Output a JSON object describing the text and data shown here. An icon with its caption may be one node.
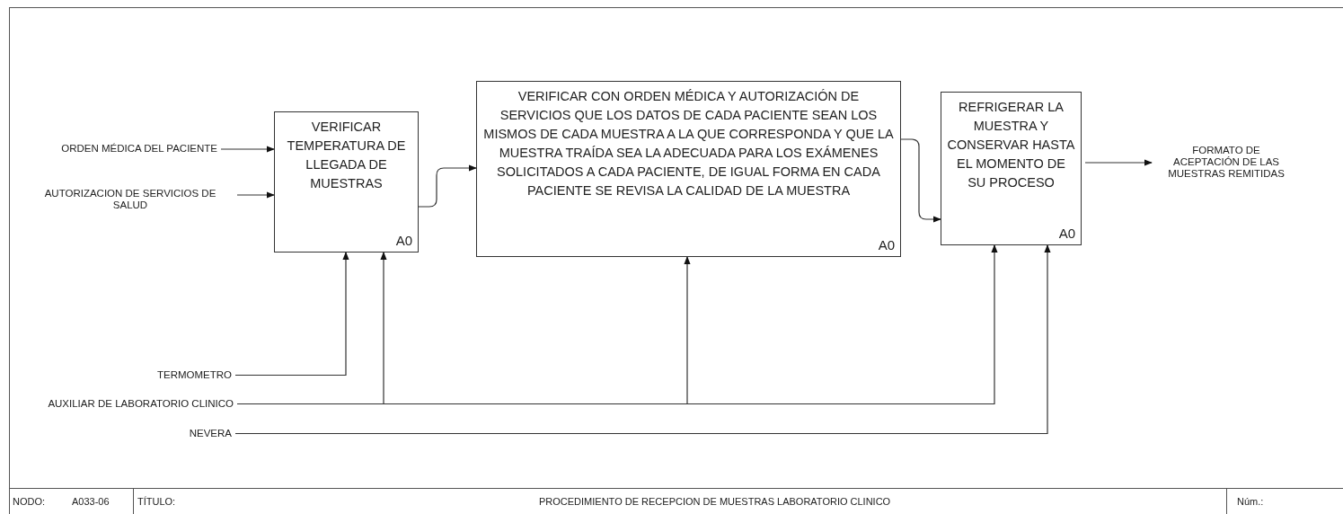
{
  "diagram": {
    "nodes": [
      {
        "text": [
          "ORDEN MÉDICA DEL PACIENTE"
        ]
      },
      {
        "text": [
          "AUTORIZACION DE SERVICIOS DE SALUD"
        ]
      },
      {
        "text": [
          "VERIFICAR TEMPERATURA DE LLEGADA DE MUESTRAS",
          "A0"
        ]
      },
      {
        "text": [
          "VERIFICAR CON ORDEN MÉDICA Y AUTORIZACIÓN DE SERVICIOS QUE LOS DATOS DE CADA PACIENTE SEAN LOS MISMOS DE CADA MUESTRA A LA QUE CORRESPONDA Y QUE LA MUESTRA TRAÍDA SEA LA ADECUADA PARA LOS EXÁMENES SOLICITADOS A CADA PACIENTE, DE IGUAL FORMA EN CADA PACIENTE SE REVISA LA CALIDAD DE LA MUESTRA",
          "A0"
        ]
      },
      {
        "text": [
          "REFRIGERAR LA MUESTRA Y CONSERVAR HASTA EL MOMENTO DE SU PROCESO",
          "A0"
        ]
      },
      {
        "text": [
          "FORMATO DE ACEPTACIÓN DE LAS MUESTRAS REMITIDAS"
        ]
      },
      {
        "text": [
          "TERMOMETRO"
        ]
      },
      {
        "text": [
          "AUXILIAR DE LABORATORIO CLINICO"
        ]
      },
      {
        "text": [
          "NEVERA"
        ]
      }
    ],
    "edges": [
      {
        "from": 0,
        "to": 2,
        "arrow": "to"
      },
      {
        "from": 1,
        "to": 2,
        "arrow": "to"
      },
      {
        "from": 2,
        "to": 3,
        "arrow": "to"
      },
      {
        "from": 3,
        "to": 4,
        "arrow": "to"
      },
      {
        "from": 4,
        "to": 5,
        "arrow": "to"
      },
      {
        "from": 6,
        "to": 2,
        "arrow": "to"
      },
      {
        "from": 7,
        "to": 2,
        "arrow": "to"
      },
      {
        "from": 7,
        "to": 3,
        "arrow": "to"
      },
      {
        "from": 7,
        "to": 4,
        "arrow": "to"
      },
      {
        "from": 8,
        "to": 4,
        "arrow": "to"
      }
    ],
    "labels": [
      "NODO:",
      "A033-06",
      "TÍTULO:",
      "PROCEDIMIENTO DE RECEPCION DE MUESTRAS LABORATORIO CLINICO",
      "Núm.:"
    ]
  }
}
